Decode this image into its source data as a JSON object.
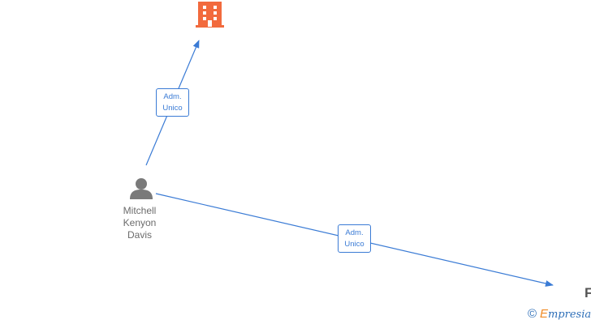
{
  "colors": {
    "edge": "#3a7bd5",
    "company_icon": "#f26a3d",
    "person_icon": "#7a7a7a",
    "label_text": "#3a7bd5"
  },
  "nodes": {
    "company": {
      "icon": "building-icon"
    },
    "person": {
      "icon": "person-icon",
      "name_lines": [
        "Mitchell",
        "Kenyon",
        "Davis"
      ]
    },
    "offscreen_node": {
      "visible_text": "F"
    }
  },
  "edges": [
    {
      "from": "person",
      "to": "company",
      "label_line1": "Adm.",
      "label_line2": "Unico"
    },
    {
      "from": "person",
      "to": "offscreen_node",
      "label_line1": "Adm.",
      "label_line2": "Unico"
    }
  ],
  "watermark": {
    "copyright_symbol": "©",
    "brand_initial": "E",
    "brand_rest": "mpresia"
  }
}
